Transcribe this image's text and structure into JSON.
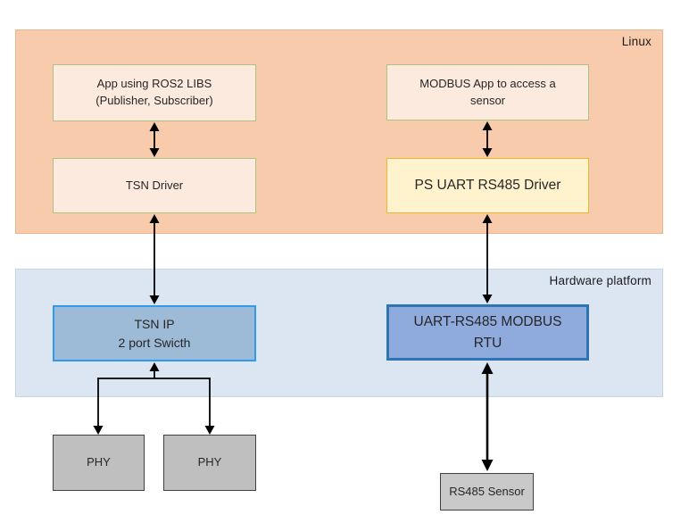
{
  "diagram": {
    "containers": {
      "linux": {
        "label": "Linux"
      },
      "hardware": {
        "label": "Hardware platform"
      }
    },
    "nodes": {
      "app_ros2": {
        "label_line1": "App using ROS2 LIBS",
        "label_line2": "(Publisher, Subscriber)"
      },
      "tsn_driver": {
        "label": "TSN Driver"
      },
      "modbus_app": {
        "label_line1": "MODBUS App to access a",
        "label_line2": "sensor"
      },
      "ps_uart": {
        "label": "PS UART RS485 Driver"
      },
      "tsn_ip": {
        "label_line1": "TSN IP",
        "label_line2": "2 port Swicth"
      },
      "uart_rs485": {
        "label_line1": "UART-RS485 MODBUS",
        "label_line2": "RTU"
      },
      "phy_left": {
        "label": "PHY"
      },
      "phy_right": {
        "label": "PHY"
      },
      "rs485_sensor": {
        "label": "RS485 Sensor"
      }
    },
    "colors": {
      "linux_bg": "#F8CBAD",
      "linux_border": "#EAB48C",
      "hardware_bg": "#DCE6F2",
      "hardware_border": "#C7D4E4",
      "peach_box_bg": "#FCEADF",
      "green_border": "#A9C47F",
      "yellow_box_bg": "#FEF3CD",
      "gold_border": "#E9B930",
      "tsn_ip_bg": "#9DBAD7",
      "tsn_ip_border": "#2F9BEF",
      "uart_bg": "#8FAADC",
      "uart_border": "#2E75B6",
      "gray_box_bg": "#BFBFBF",
      "gray_border": "#404040",
      "arrow": "#000000"
    }
  }
}
